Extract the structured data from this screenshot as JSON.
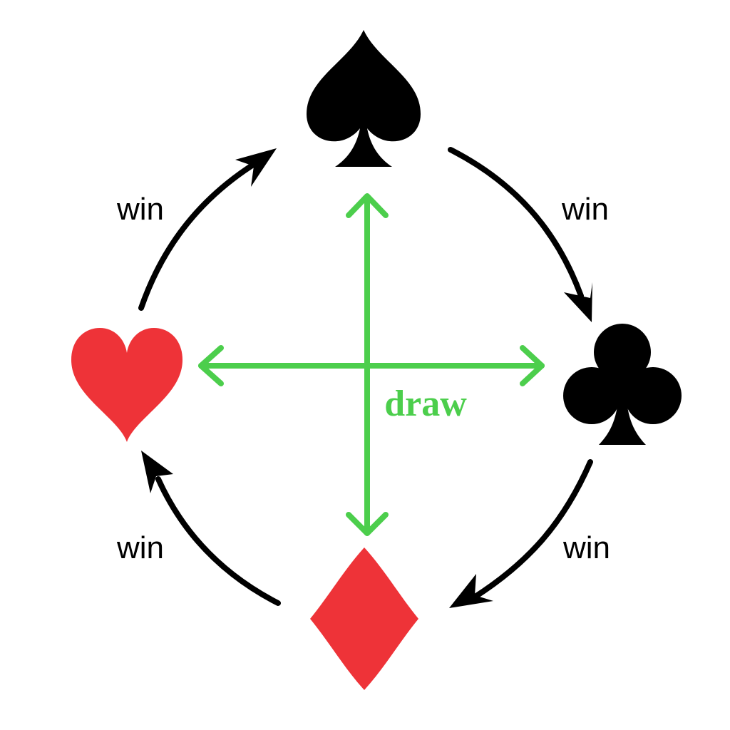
{
  "diagram": {
    "nodes": [
      {
        "id": "spade",
        "suit": "spade-icon",
        "color": "#000000"
      },
      {
        "id": "club",
        "suit": "club-icon",
        "color": "#000000"
      },
      {
        "id": "diamond",
        "suit": "diamond-icon",
        "color": "#ee3338"
      },
      {
        "id": "heart",
        "suit": "heart-icon",
        "color": "#ee3338"
      }
    ],
    "edges": [
      {
        "from": "spade",
        "to": "club",
        "label": "win",
        "color": "#000000"
      },
      {
        "from": "club",
        "to": "diamond",
        "label": "win",
        "color": "#000000"
      },
      {
        "from": "diamond",
        "to": "heart",
        "label": "win",
        "color": "#000000"
      },
      {
        "from": "heart",
        "to": "spade",
        "label": "win",
        "color": "#000000"
      }
    ],
    "draw": {
      "label": "draw",
      "color": "#4cce4c",
      "pairs": [
        [
          "spade",
          "diamond"
        ],
        [
          "heart",
          "club"
        ]
      ]
    }
  }
}
